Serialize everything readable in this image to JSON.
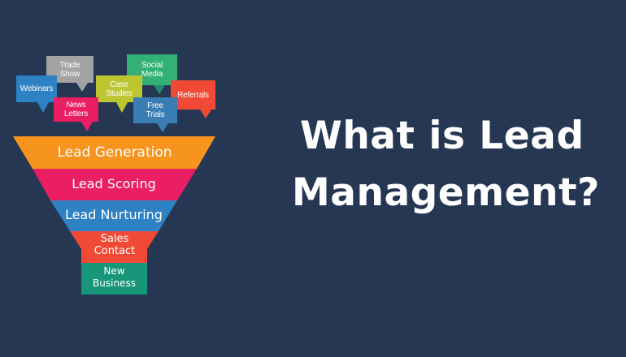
{
  "colors": {
    "background": "#253753",
    "orange": "#F7941D",
    "pink": "#E91E63",
    "blue": "#2E81C2",
    "red": "#F04A36",
    "green": "#17967A",
    "gray": "#A3A3A3",
    "lime": "#BDC631",
    "emerald": "#33B073",
    "steel": "#3A7DB5"
  },
  "bubbles": [
    {
      "id": "webinars",
      "label": "Webinars"
    },
    {
      "id": "trade-show",
      "label": "Trade\nShow"
    },
    {
      "id": "news-letters",
      "label": "News\nLetters"
    },
    {
      "id": "case-studies",
      "label": "Case\nStudies"
    },
    {
      "id": "social-media",
      "label": "Social\nMedia"
    },
    {
      "id": "referrals",
      "label": "Referrals"
    },
    {
      "id": "free-trials",
      "label": "Free\nTrials"
    }
  ],
  "funnel": [
    {
      "label": "Lead Generation"
    },
    {
      "label": "Lead Scoring"
    },
    {
      "label": "Lead Nurturing"
    },
    {
      "label": "Sales\nContact"
    },
    {
      "label": "New\nBusiness"
    }
  ],
  "title": {
    "line1": "What is Lead",
    "line2": "Management?"
  }
}
